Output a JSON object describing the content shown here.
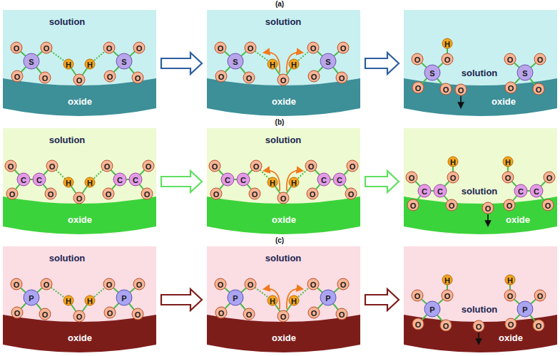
{
  "diagram": {
    "nodes": [
      {
        "text": [
          "solution",
          "oxide"
        ]
      },
      {
        "text": [
          "solution",
          "oxide"
        ]
      },
      {
        "text": [
          "solution",
          "oxide"
        ]
      },
      {
        "text": [
          "solution",
          "oxide"
        ]
      },
      {
        "text": [
          "solution",
          "oxide"
        ]
      },
      {
        "text": [
          "solution",
          "oxide"
        ]
      },
      {
        "text": [
          "solution",
          "oxide"
        ]
      },
      {
        "text": [
          "solution",
          "oxide"
        ]
      },
      {
        "text": [
          "solution",
          "oxide"
        ]
      }
    ],
    "edges": [
      {
        "from": 0,
        "to": 1,
        "arrow": "to"
      },
      {
        "from": 1,
        "to": 2,
        "arrow": "to"
      },
      {
        "from": 3,
        "to": 4,
        "arrow": "to"
      },
      {
        "from": 4,
        "to": 5,
        "arrow": "to"
      },
      {
        "from": 6,
        "to": 7,
        "arrow": "to"
      },
      {
        "from": 7,
        "to": 8,
        "arrow": "to"
      }
    ],
    "labels": [
      "(a)",
      "S",
      "O",
      "O",
      "O",
      "O",
      "S",
      "O",
      "O",
      "O",
      "O",
      "H",
      "H",
      "O",
      "S",
      "O",
      "O",
      "O",
      "O",
      "S",
      "O",
      "O",
      "O",
      "O",
      "H",
      "H",
      "O",
      "S",
      "O",
      "O",
      "O",
      "O",
      "S",
      "O",
      "O",
      "O",
      "O",
      "H",
      "O",
      "(b)",
      "C",
      "C",
      "O",
      "O",
      "O",
      "O",
      "C",
      "C",
      "O",
      "O",
      "O",
      "O",
      "H",
      "H",
      "O",
      "C",
      "C",
      "O",
      "O",
      "O",
      "O",
      "C",
      "C",
      "O",
      "O",
      "O",
      "O",
      "H",
      "H",
      "O",
      "C",
      "C",
      "O",
      "O",
      "O",
      "O",
      "C",
      "C",
      "O",
      "O",
      "O",
      "O",
      "H",
      "H",
      "O",
      "(c)",
      "P",
      "O",
      "O",
      "O",
      "O",
      "P",
      "O",
      "O",
      "O",
      "O",
      "H",
      "H",
      "O",
      "P",
      "O",
      "O",
      "O",
      "O",
      "P",
      "O",
      "O",
      "O",
      "O",
      "H",
      "H",
      "O",
      "P",
      "O",
      "O",
      "O",
      "O",
      "P",
      "O",
      "O",
      "O",
      "O",
      "H",
      "H",
      "O"
    ]
  }
}
